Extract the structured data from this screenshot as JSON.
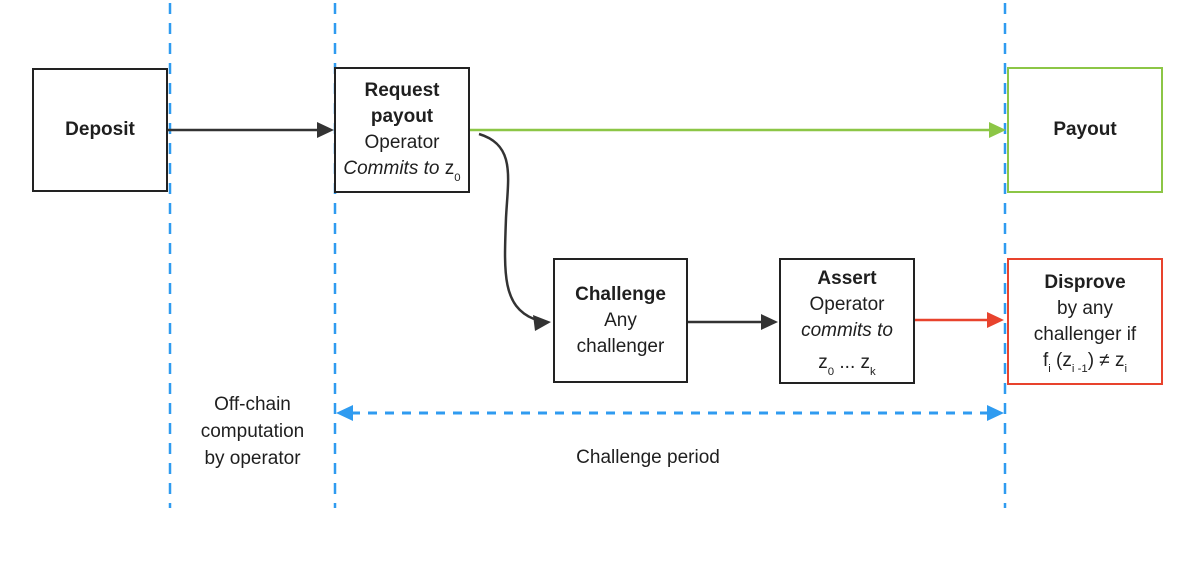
{
  "diagram": {
    "colors": {
      "blue": "#2f9bf0",
      "green": "#8cc646",
      "red": "#e8432d",
      "black": "#333333"
    },
    "boxes": {
      "deposit": {
        "title": "Deposit"
      },
      "request_payout": {
        "title": "Request payout",
        "subtitle": "Operator",
        "commit_parts": [
          {
            "t": "Commits to ",
            "i": true
          },
          {
            "t": "z"
          },
          {
            "t": "0",
            "sub": true
          }
        ]
      },
      "payout": {
        "title": "Payout"
      },
      "challenge": {
        "title": "Challenge",
        "lines": [
          "Any",
          "challenger"
        ]
      },
      "assert": {
        "title": "Assert",
        "subtitle": "Operator",
        "commit_label_parts": [
          {
            "t": "commits to",
            "i": true
          }
        ],
        "commit_values_parts": [
          {
            "t": "z"
          },
          {
            "t": "0",
            "sub": true
          },
          {
            "t": "  ...  "
          },
          {
            "t": "z"
          },
          {
            "t": "k",
            "sub": true
          }
        ]
      },
      "disprove": {
        "title": "Disprove",
        "lines": [
          "by any",
          "challenger if"
        ],
        "formula_parts": [
          {
            "t": "f"
          },
          {
            "t": "i",
            "sub": true
          },
          {
            "t": " (z"
          },
          {
            "t": "i -1",
            "sub": true
          },
          {
            "t": ")  ≠  z"
          },
          {
            "t": "i",
            "sub": true
          }
        ]
      }
    },
    "labels": {
      "offchain_lines": [
        "Off-chain",
        "computation",
        "by operator"
      ],
      "challenge_period": "Challenge period"
    }
  }
}
